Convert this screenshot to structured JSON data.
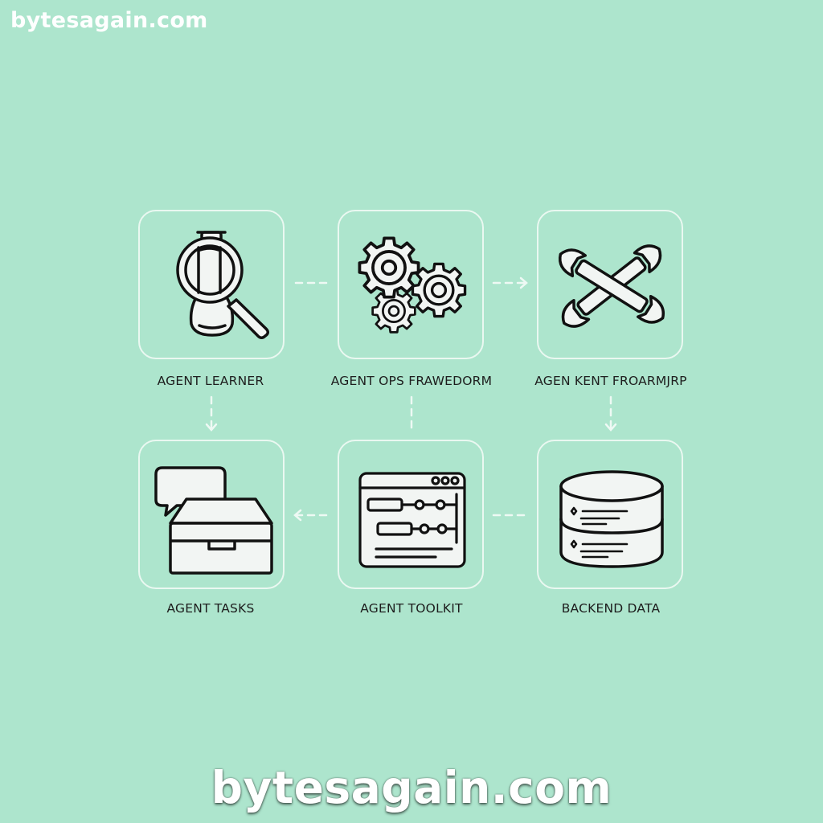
{
  "watermark": {
    "top": "bytesagain.com",
    "bottom": "bytesagain.com"
  },
  "nodes": [
    {
      "id": "agent-learner",
      "label": "AGENT LEARNER",
      "icon": "magnifier-flask-icon"
    },
    {
      "id": "agent-ops",
      "label": "AGENT OPS FRAWEDORM",
      "icon": "gears-icon"
    },
    {
      "id": "agen-kent",
      "label": "AGEN KENT FROARMJRP",
      "icon": "wrenches-icon"
    },
    {
      "id": "agent-tasks",
      "label": "AGENT TASKS",
      "icon": "inbox-chat-icon"
    },
    {
      "id": "agent-toolkit",
      "label": "AGENT TOOLKIT",
      "icon": "toolkit-window-icon"
    },
    {
      "id": "backend-data",
      "label": "BACKEND DATA",
      "icon": "database-icon"
    }
  ],
  "colors": {
    "background": "#ade5cd",
    "card_border": "#eaf8f1",
    "icon_fill": "#f2f5f3",
    "icon_stroke": "#111111",
    "label_text": "#1d1d1d",
    "watermark": "#ffffff"
  }
}
